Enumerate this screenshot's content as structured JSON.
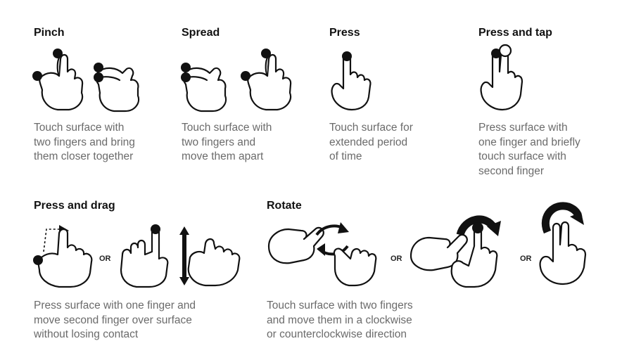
{
  "gestures": [
    {
      "id": "pinch",
      "title": "Pinch",
      "description": [
        "Touch surface with",
        "two fingers and bring",
        "them closer together"
      ]
    },
    {
      "id": "spread",
      "title": "Spread",
      "description": [
        "Touch surface with",
        "two fingers and",
        "move them apart"
      ]
    },
    {
      "id": "press",
      "title": "Press",
      "description": [
        "Touch surface for",
        "extended period",
        "of time"
      ]
    },
    {
      "id": "press_and_tap",
      "title": "Press and tap",
      "description": [
        "Press surface with",
        "one finger and briefly",
        "touch surface with",
        "second finger"
      ]
    },
    {
      "id": "press_and_drag",
      "title": "Press and drag",
      "description": [
        "Press surface with one finger and",
        "move second finger over surface",
        "without losing contact"
      ]
    },
    {
      "id": "rotate",
      "title": "Rotate",
      "description": [
        "Touch surface with two fingers",
        "and move them in a clockwise",
        "or counterclockwise direction"
      ]
    }
  ],
  "or_label": "OR",
  "icons": [
    "pinch-hand-icon",
    "spread-hand-icon",
    "press-hand-icon",
    "press-tap-hand-icon",
    "drag-hand-icon",
    "rotate-hand-icon",
    "rotate-arrow-icon"
  ]
}
